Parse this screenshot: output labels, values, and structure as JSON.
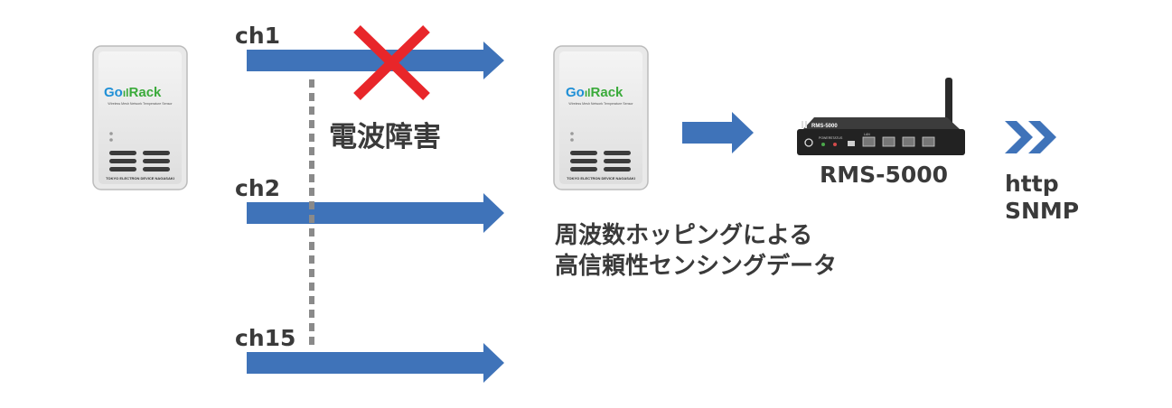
{
  "channels": {
    "ch1": "ch1",
    "ch2": "ch2",
    "ch15": "ch15"
  },
  "interference_label": "電波障害",
  "sensor": {
    "brand_go": "Go",
    "brand_rack": "Rack",
    "brand_mark": "ıl",
    "subtitle": "Wireless Mesh Network Temperature Sensor",
    "maker": "TOKYO ELECTRON DEVICE NAGASAKI"
  },
  "gateway": {
    "name": "RMS-5000",
    "panel_label": "RMS-5000",
    "power_label": "POWER",
    "status_label": "STATUS",
    "lan_label": "LAN"
  },
  "description": {
    "line1": "周波数ホッピングによる",
    "line2": "高信頼性センシングデータ"
  },
  "protocols": {
    "line1": "http",
    "line2": "SNMP"
  },
  "colors": {
    "arrow": "#3f73b9",
    "cross": "#e8262a",
    "text": "#3a3a3a",
    "dash": "#8a8a8a",
    "brand_blue": "#1f8fd6",
    "brand_green": "#3aaa3a"
  }
}
